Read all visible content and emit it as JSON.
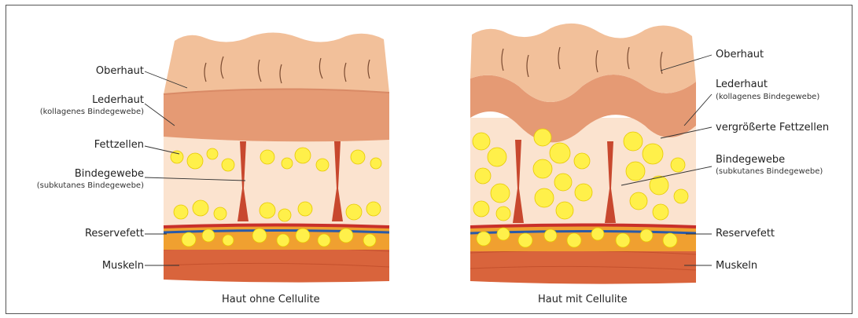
{
  "left_panel": {
    "labels": {
      "epidermis": "Oberhaut",
      "dermis": "Lederhaut",
      "dermis_sub": "(kollagenes Bindegewebe)",
      "fat_cells": "Fettzellen",
      "connective": "Bindegewebe",
      "connective_sub": "(subkutanes Bindegewebe)",
      "reserve_fat": "Reservefett",
      "muscle": "Muskeln"
    },
    "caption": "Haut ohne Cellulite"
  },
  "right_panel": {
    "labels": {
      "epidermis": "Oberhaut",
      "dermis": "Lederhaut",
      "dermis_sub": "(kollagenes Bindegewebe)",
      "fat_cells": "vergrößerte Fettzellen",
      "connective": "Bindegewebe",
      "connective_sub": "(subkutanes Bindegewebe)",
      "reserve_fat": "Reservefett",
      "muscle": "Muskeln"
    },
    "caption": "Haut mit Cellulite"
  },
  "colors": {
    "epidermis": "#f2c09a",
    "dermis": "#e59a74",
    "subcutis": "#fbe3cf",
    "fat": "#fff04a",
    "septa": "#c8482e",
    "vessel_red": "#c8302a",
    "vessel_blue": "#2a5aa8",
    "muscle": "#d9643c"
  }
}
